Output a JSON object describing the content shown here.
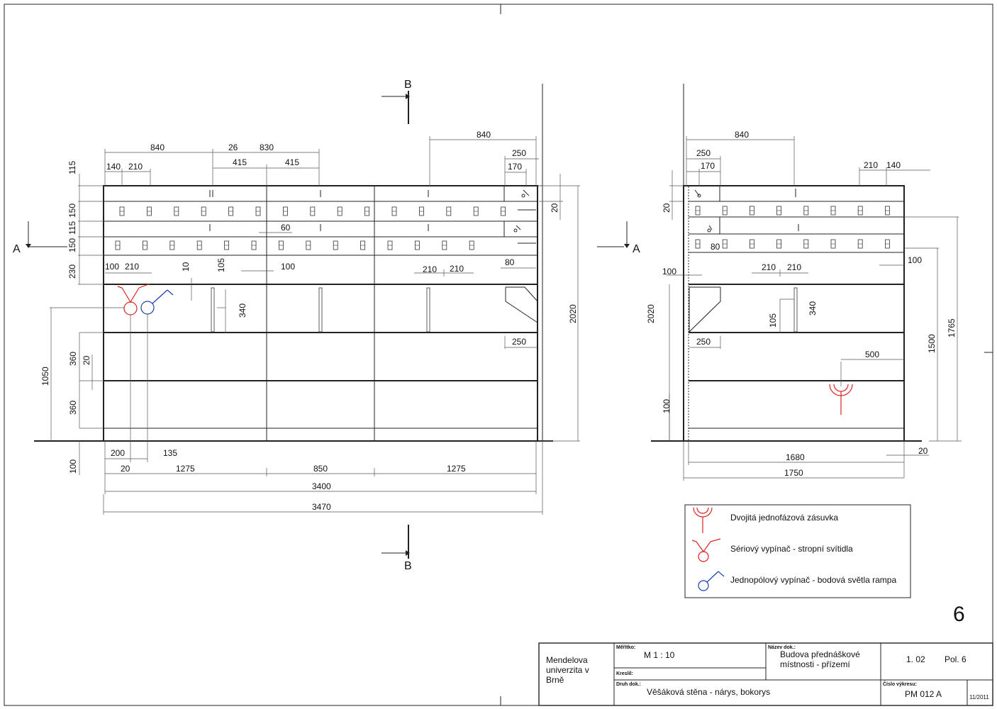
{
  "sheet_number": "6",
  "section_marks": {
    "b": "B",
    "a": "A"
  },
  "front_dims": {
    "top_840_left": "840",
    "top_26": "26",
    "top_830": "830",
    "top_415_a": "415",
    "top_415_b": "415",
    "top_840_right": "840",
    "top_250": "250",
    "top_170": "170",
    "left_140": "140",
    "left_210": "210",
    "v_115": "115",
    "v_150_a": "150",
    "v_115_b": "115",
    "v_150_b": "150",
    "v_230": "230",
    "d_60": "60",
    "d_100_a": "100",
    "d_210_a": "210",
    "d_100_b": "100",
    "d_10": "10",
    "d_105": "105",
    "d_210_b": "210",
    "d_210_c": "210",
    "d_80": "80",
    "d_20_right": "20",
    "d_340": "340",
    "d_2020": "2020",
    "d_250_bottom": "250",
    "d_1050": "1050",
    "d_360_a": "360",
    "d_20_mid": "20",
    "d_360_b": "360",
    "d_100_floor": "100",
    "d_200": "200",
    "d_135": "135",
    "d_20_bottom": "20",
    "d_1275_a": "1275",
    "d_850": "850",
    "d_1275_b": "1275",
    "d_3400": "3400",
    "d_3470": "3470"
  },
  "side_dims": {
    "top_840": "840",
    "top_250": "250",
    "top_170": "170",
    "top_210": "210",
    "top_140": "140",
    "v_20": "20",
    "d_80": "80",
    "d_100_a": "100",
    "d_210_a": "210",
    "d_210_b": "210",
    "d_100_b": "100",
    "d_2020": "2020",
    "d_105": "105",
    "d_340": "340",
    "d_250": "250",
    "d_500": "500",
    "d_100_floor": "100",
    "d_1500": "1500",
    "d_1765": "1765",
    "d_1680": "1680",
    "d_20": "20",
    "d_1750": "1750"
  },
  "legend": [
    {
      "symbol": "double-socket",
      "text": "Dvojitá jednofázová zásuvka",
      "color": "#d22222"
    },
    {
      "symbol": "serial-switch",
      "text": "Sériový vypínač - stropní svítidla",
      "color": "#d22222"
    },
    {
      "symbol": "single-switch",
      "text": "Jednopólový vypínač - bodová světla rampa",
      "color": "#1a3fb0"
    }
  ],
  "title_block": {
    "institution": "Mendelova univerzita v Brně",
    "scale_label": "Měřítko:",
    "scale": "M  1 : 10",
    "drawn_label": "Kreslil:",
    "doc_type_label": "Druh dok.:",
    "doc_type": "Věšáková stěna - nárys, bokorys",
    "doc_name_label": "Název dok.:",
    "doc_name": "Budova přednáškové místnosti - přízemí",
    "ref": "1. 02",
    "pos": "Pol. 6",
    "drawing_no_label": "Číslo výkresu:",
    "drawing_no": "PM 012 A",
    "date": "11/2011"
  }
}
